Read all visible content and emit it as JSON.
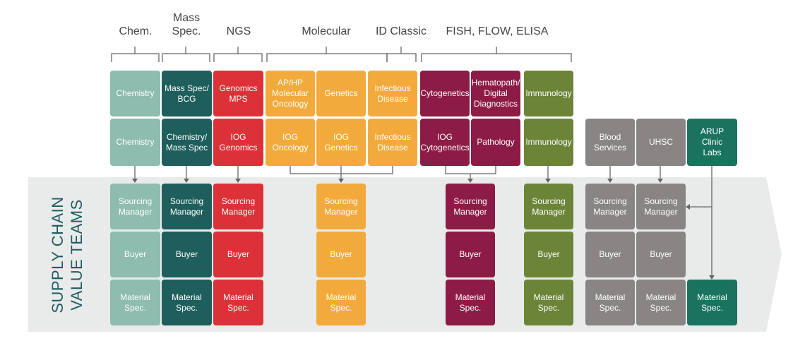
{
  "colors": {
    "chem": "#8ebcae",
    "massspec": "#1e5e5c",
    "ngs": "#dc3138",
    "molecular": "#f3aa3c",
    "fish": "#8c1b45",
    "immuno": "#6b8438",
    "gray": "#888584",
    "arup": "#19735f",
    "band": "#e9ebeb",
    "line": "#666666"
  },
  "headers": {
    "chem": "Chem.",
    "massspec": "Mass\nSpec.",
    "ngs": "NGS",
    "molecular": "Molecular",
    "idclassic": "ID Classic",
    "fish": "FISH, FLOW, ELISA"
  },
  "band_title": {
    "line1": "SUPPLY CHAIN",
    "line2": "VALUE TEAMS"
  },
  "row1": {
    "chemistry": "Chemistry",
    "massspec": "Mass Spec/\nBCG",
    "genomics": "Genomics\nMPS",
    "aphp": "AP/HP\nMolecular\nOncology",
    "genetics": "Genetics",
    "infectious": "Infectious\nDisease",
    "cytogenetics": "Cytogenetics",
    "hematopath": "Hematopath/\nDigital\nDiagnostics",
    "immunology": "Immunology"
  },
  "row2": {
    "chemistry": "Chemistry",
    "chemms": "Chemistry/\nMass Spec",
    "ioggenomics": "IOG\nGenomics",
    "iogoncology": "IOG\nOncology",
    "ioggenetics": "IOG\nGenetics",
    "infectious": "Infectious\nDisease",
    "iogcyto": "IOG\nCytogenetics",
    "pathology": "Pathology",
    "immunology": "Immunology",
    "blood": "Blood\nServices",
    "uhsc": "UHSC",
    "arup": "ARUP\nClinic\nLabs"
  },
  "roles": {
    "sourcing": "Sourcing\nManager",
    "buyer": "Buyer",
    "material": "Material\nSpec."
  }
}
